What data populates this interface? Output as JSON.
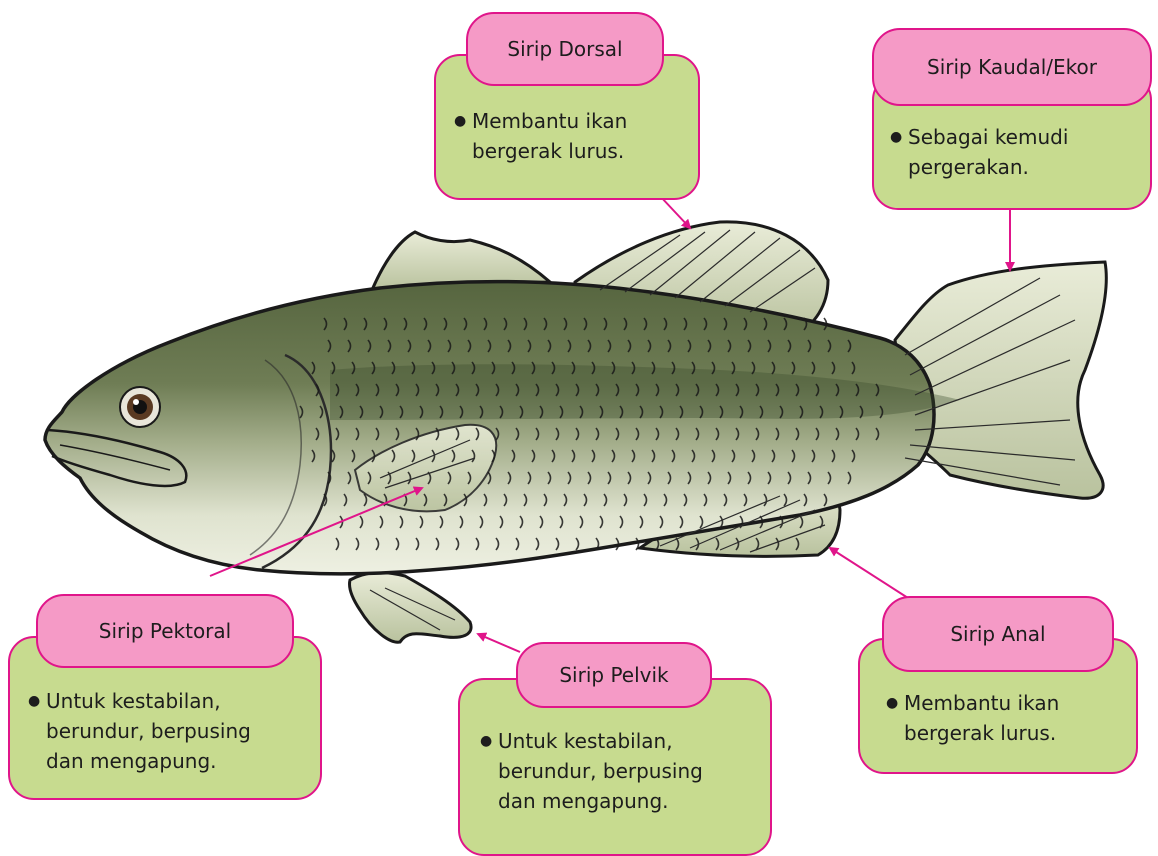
{
  "colors": {
    "box_fill": "#c7db8f",
    "tab_fill": "#f59ac6",
    "border": "#e0158a",
    "arrow": "#e0158a",
    "fish_body": "#8d9b7a",
    "fish_back": "#4a5a3a",
    "fish_belly": "#e6e8d8"
  },
  "callouts": {
    "dorsal": {
      "title": "Sirip Dorsal",
      "description": "Membantu ikan\nbergerak lurus."
    },
    "caudal": {
      "title": "Sirip Kaudal/Ekor",
      "description": "Sebagai kemudi\npergerakan."
    },
    "pectoral": {
      "title": "Sirip Pektoral",
      "description": "Untuk kestabilan,\nberundur, berpusing\ndan mengapung."
    },
    "pelvic": {
      "title": "Sirip Pelvik",
      "description": "Untuk kestabilan,\nberundur, berpusing\ndan mengapung."
    },
    "anal": {
      "title": "Sirip Anal",
      "description": "Membantu ikan\nbergerak lurus."
    }
  }
}
